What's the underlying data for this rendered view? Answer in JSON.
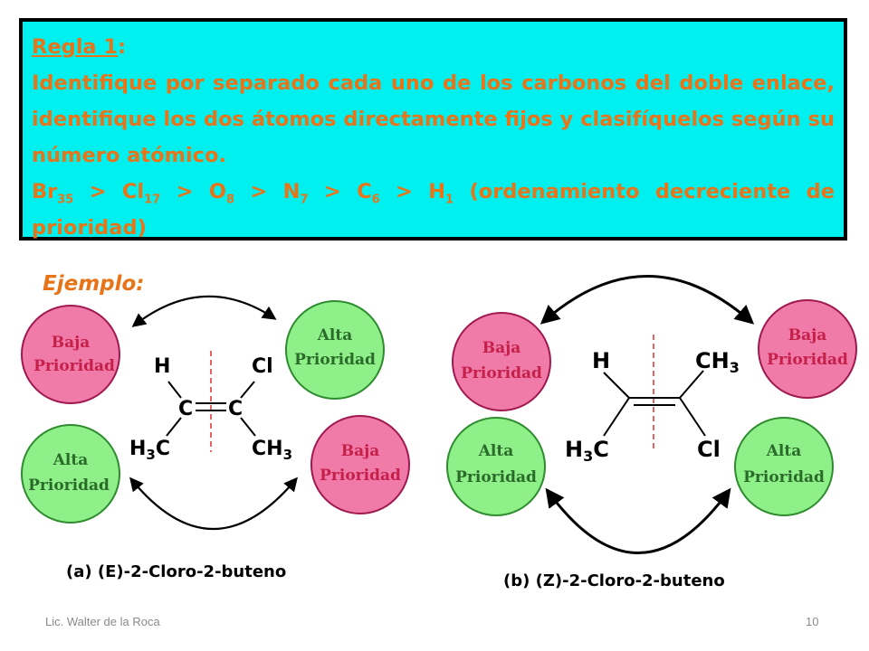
{
  "rule": {
    "heading": "Regla 1",
    "heading_colon": ":",
    "text": "Identifique por separado cada uno de los carbonos del doble enlace, identifique los dos átomos directamente fijos y clasifíquelos según su número atómico.",
    "ordering": [
      {
        "symbol": "Br",
        "z": "35"
      },
      {
        "symbol": "Cl",
        "z": "17"
      },
      {
        "symbol": "O",
        "z": "8"
      },
      {
        "symbol": "N",
        "z": "7"
      },
      {
        "symbol": "C",
        "z": "6"
      },
      {
        "symbol": "H",
        "z": "1"
      }
    ],
    "ordering_separator": " > ",
    "ordering_note": " (ordenamiento decreciente de prioridad)"
  },
  "example_label": "Ejemplo:",
  "diagram_a": {
    "circles": {
      "top_left": [
        "Baja",
        "Prioridad"
      ],
      "top_right": [
        "Alta",
        "Prioridad"
      ],
      "bottom_left": [
        "Alta",
        "Prioridad"
      ],
      "bottom_right": [
        "Baja",
        "Prioridad"
      ]
    },
    "atoms": {
      "top_left": "H",
      "top_right": "Cl",
      "c_left": "C",
      "c_right": "C",
      "bottom_left": "H3C",
      "bottom_right": "CH3"
    },
    "caption": "(a) (E)-2-Cloro-2-buteno"
  },
  "diagram_b": {
    "circles": {
      "top_left": [
        "Baja",
        "Prioridad"
      ],
      "top_right": [
        "Baja",
        "Prioridad"
      ],
      "bottom_left": [
        "Alta",
        "Prioridad"
      ],
      "bottom_right": [
        "Alta",
        "Prioridad"
      ]
    },
    "atoms": {
      "top_left": "H",
      "top_right": "CH3",
      "bottom_left": "H3C",
      "bottom_right": "Cl"
    },
    "caption": "(b) (Z)-2-Cloro-2-buteno"
  },
  "footer": {
    "author": "Lic. Walter de la Roca",
    "page": "10"
  },
  "colors": {
    "box_fill": "#00f0f0",
    "box_text": "#e8741a",
    "pink_circle": "#f07aa8",
    "green_circle": "#8ff08a",
    "dash_line": "#e03030"
  }
}
